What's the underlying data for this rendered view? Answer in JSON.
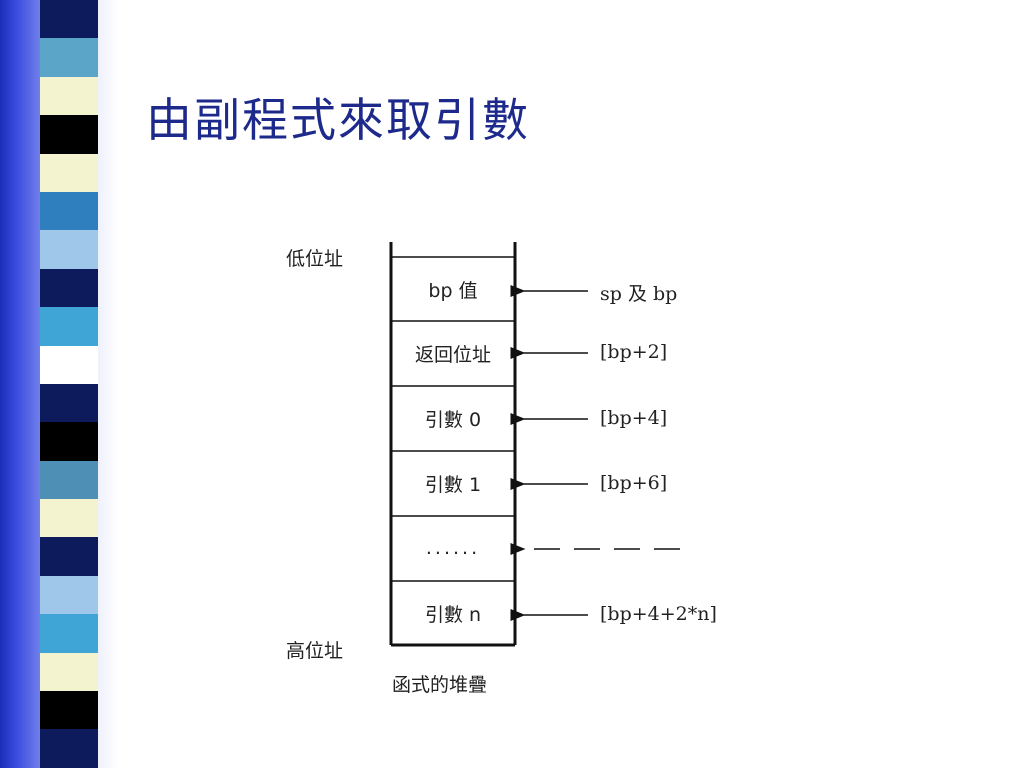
{
  "slide": {
    "title": "由副程式來取引數"
  },
  "diagram": {
    "low_address_label": "低位址",
    "high_address_label": "高位址",
    "caption": "函式的堆疊",
    "cells": [
      {
        "content": "bp 值",
        "pointer": "sp 及 bp"
      },
      {
        "content": "返回位址",
        "pointer": "[bp+2]"
      },
      {
        "content": "引數 0",
        "pointer": "[bp+4]"
      },
      {
        "content": "引數 1",
        "pointer": "[bp+6]"
      },
      {
        "content": "......",
        "pointer": ""
      },
      {
        "content": "引數 n",
        "pointer": "[bp+4+2*n]"
      }
    ]
  },
  "colors": {
    "title": "#1d2a8c",
    "strip_blocks": [
      "#0d1a5c",
      "#5aa5c8",
      "#f4f3d0",
      "#000000",
      "#f4f3d0",
      "#2f7fbf",
      "#9fc7ea",
      "#0d1a5c",
      "#3fa4d6",
      "#ffffff",
      "#0d1a5c",
      "#000000",
      "#4d8fb5",
      "#f4f3d0",
      "#0d1a5c",
      "#9fc7ea",
      "#3fa4d6",
      "#f4f3d0",
      "#000000",
      "#0d1a5c"
    ]
  }
}
